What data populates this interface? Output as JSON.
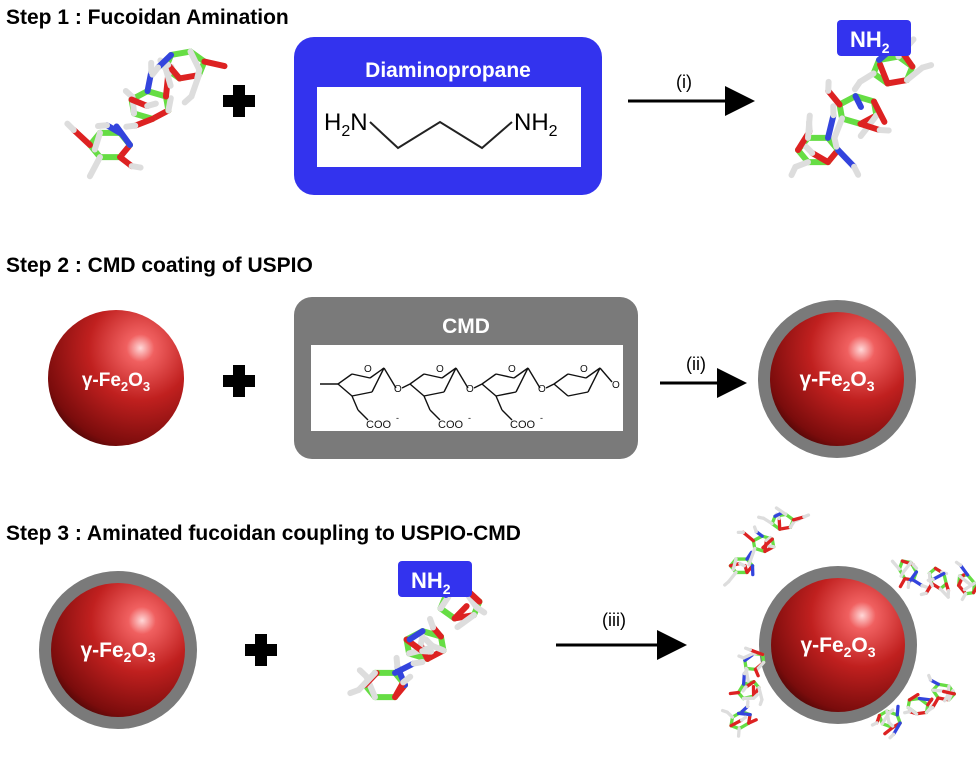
{
  "steps": [
    {
      "title": "Step 1 : Fucoidan Amination",
      "reagent_box_title": "Diaminopropane",
      "reagent_left": "H",
      "reagent_left_sub": "2",
      "reagent_left_tail": "N",
      "reagent_right": "NH",
      "reagent_right_sub": "2",
      "arrow_label": "(i)",
      "product_tag": "NH",
      "product_tag_sub": "2"
    },
    {
      "title": "Step 2 : CMD coating of USPIO",
      "particle_label": "γ-Fe",
      "particle_sub1": "2",
      "particle_mid": "O",
      "particle_sub2": "3",
      "reagent_box_title": "CMD",
      "coo_label": "COO",
      "coo_charge": "-",
      "ring_oxygen": "O",
      "arrow_label": "(ii)"
    },
    {
      "title": "Step 3 : Aminated fucoidan coupling to USPIO-CMD",
      "reagent_tag": "NH",
      "reagent_tag_sub": "2",
      "arrow_label": "(iii)"
    }
  ],
  "colors": {
    "blue": "#3333ee",
    "gray": "#7a7a7a",
    "particle": "#b51c1c",
    "carbon": "#66dd44",
    "oxygen": "#dd2222",
    "nitrogen": "#3344dd",
    "hydrogen": "#dddddd"
  }
}
